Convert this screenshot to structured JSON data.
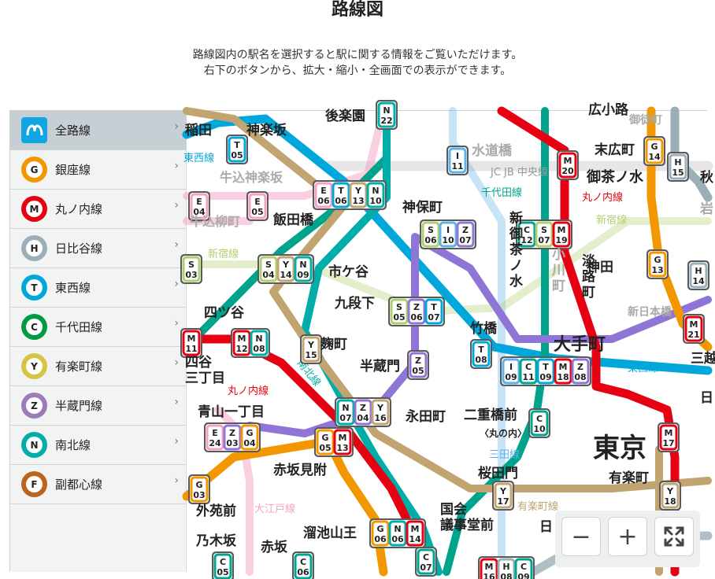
{
  "page": {
    "title": "路線図",
    "intro_line1": "路線図内の駅名を選択すると駅に関する情報をご覧いただけます。",
    "intro_line2": "右下のボタンから、拡大・縮小・全画面での表示ができます。"
  },
  "sidebar": {
    "items": [
      {
        "id": "all",
        "label": "全路線",
        "code": "",
        "color": "#11a6e1",
        "active": true
      },
      {
        "id": "ginza",
        "label": "銀座線",
        "code": "G",
        "color": "#f39700",
        "active": false
      },
      {
        "id": "marunouchi",
        "label": "丸ノ内線",
        "code": "M",
        "color": "#e60012",
        "active": false
      },
      {
        "id": "hibiya",
        "label": "日比谷線",
        "code": "H",
        "color": "#9caeb7",
        "active": false
      },
      {
        "id": "tozai",
        "label": "東西線",
        "code": "T",
        "color": "#00a7db",
        "active": false
      },
      {
        "id": "chiyoda",
        "label": "千代田線",
        "code": "C",
        "color": "#009944",
        "active": false
      },
      {
        "id": "yurakucho",
        "label": "有楽町線",
        "code": "Y",
        "color": "#d7c447",
        "active": false
      },
      {
        "id": "hanzomon",
        "label": "半蔵門線",
        "code": "Z",
        "color": "#9b7cb6",
        "active": false
      },
      {
        "id": "namboku",
        "label": "南北線",
        "code": "N",
        "color": "#00ada9",
        "active": false
      },
      {
        "id": "fukutoshin",
        "label": "副都心線",
        "code": "F",
        "color": "#bb641d",
        "active": false
      }
    ],
    "chevron": "›"
  },
  "line_colors": {
    "G": "#f39700",
    "M": "#e60012",
    "H": "#9caeb7",
    "T": "#00a7db",
    "C": "#00a48d",
    "Y": "#c1a470",
    "Z": "#8f76d6",
    "N": "#00ada9",
    "F": "#bb641d",
    "E": "#f5a0c6",
    "S": "#b0cf6f",
    "I": "#5fb1e8",
    "JR": "#e6e6e6"
  },
  "map": {
    "line_labels": [
      {
        "text": "東西線",
        "color": "#00a7db"
      },
      {
        "text": "千代田線",
        "color": "#00a48d"
      },
      {
        "text": "丸ノ内線",
        "color": "#e60012"
      },
      {
        "text": "新宿線",
        "color": "#b0cf6f"
      },
      {
        "text": "新宿線",
        "color": "#b0cf6f"
      },
      {
        "text": "南北線",
        "color": "#00ada9"
      },
      {
        "text": "丸ノ内線",
        "color": "#e60012"
      },
      {
        "text": "東西線",
        "color": "#00a7db"
      },
      {
        "text": "三田線",
        "color": "#5fb1e8"
      },
      {
        "text": "有楽町線",
        "color": "#c1a470"
      },
      {
        "text": "大江戸線",
        "color": "#f5a0c6"
      },
      {
        "text": "JC JB 中央線",
        "color": "#999999"
      }
    ],
    "stations": [
      {
        "name": "稲田",
        "fs": 17,
        "dim": false
      },
      {
        "name": "神楽坂",
        "fs": 17,
        "dim": false
      },
      {
        "name": "後楽園",
        "fs": 17,
        "dim": false
      },
      {
        "name": "広小路",
        "fs": 17,
        "dim": false
      },
      {
        "name": "牛込神楽坂",
        "fs": 16,
        "dim": true
      },
      {
        "name": "牛込柳町",
        "fs": 16,
        "dim": true
      },
      {
        "name": "水道橋",
        "fs": 17,
        "dim": true
      },
      {
        "name": "末広町",
        "fs": 17,
        "dim": false
      },
      {
        "name": "御茶ノ水",
        "fs": 18,
        "dim": false
      },
      {
        "name": "飯田橋",
        "fs": 17,
        "dim": false
      },
      {
        "name": "神保町",
        "fs": 17,
        "dim": false
      },
      {
        "name": "市ケ谷",
        "fs": 17,
        "dim": false
      },
      {
        "name": "九段下",
        "fs": 17,
        "dim": false
      },
      {
        "name": "神田",
        "fs": 17,
        "dim": false
      },
      {
        "name": "新日本橋",
        "fs": 14,
        "dim": true
      },
      {
        "name": "四ツ谷",
        "fs": 17,
        "dim": false
      },
      {
        "name": "麹町",
        "fs": 17,
        "dim": false
      },
      {
        "name": "竹橋",
        "fs": 17,
        "dim": false
      },
      {
        "name": "大手町",
        "fs": 22,
        "dim": false
      },
      {
        "name": "半蔵門",
        "fs": 17,
        "dim": false
      },
      {
        "name": "三越",
        "fs": 17,
        "dim": false
      },
      {
        "name": "四谷",
        "fs": 17,
        "dim": false
      },
      {
        "name": "三丁目",
        "fs": 17,
        "dim": false
      },
      {
        "name": "青山一丁目",
        "fs": 17,
        "dim": false
      },
      {
        "name": "永田町",
        "fs": 17,
        "dim": false
      },
      {
        "name": "二重橋前",
        "fs": 17,
        "dim": false
      },
      {
        "name": "〈丸の内〉",
        "fs": 12,
        "dim": false
      },
      {
        "name": "東京",
        "fs": 34,
        "dim": false
      },
      {
        "name": "赤坂見附",
        "fs": 17,
        "dim": false
      },
      {
        "name": "桜田門",
        "fs": 17,
        "dim": false
      },
      {
        "name": "有楽町",
        "fs": 17,
        "dim": false
      },
      {
        "name": "外苑前",
        "fs": 17,
        "dim": false
      },
      {
        "name": "国会",
        "fs": 17,
        "dim": false
      },
      {
        "name": "議事堂前",
        "fs": 17,
        "dim": false
      },
      {
        "name": "乃木坂",
        "fs": 17,
        "dim": false
      },
      {
        "name": "溜池山王",
        "fs": 17,
        "dim": false
      },
      {
        "name": "赤坂",
        "fs": 17,
        "dim": false
      },
      {
        "name": "日",
        "fs": 17,
        "dim": false
      },
      {
        "name": "日",
        "fs": 17,
        "dim": false
      },
      {
        "name": "秋",
        "fs": 17,
        "dim": false
      },
      {
        "name": "岩",
        "fs": 17,
        "dim": true
      },
      {
        "name": "御徒町",
        "fs": 14,
        "dim": true
      }
    ],
    "vertical_stations": [
      {
        "name": "新御茶ノ水",
        "dim": false
      },
      {
        "name": "小川町",
        "dim": true
      },
      {
        "name": "淡路町",
        "dim": false
      }
    ],
    "station_codes": [
      {
        "codes": [
          [
            "T",
            "05"
          ]
        ]
      },
      {
        "codes": [
          [
            "H",
            "15"
          ]
        ]
      },
      {
        "codes": [
          [
            "G",
            "14"
          ]
        ]
      },
      {
        "codes": [
          [
            "I",
            "11"
          ]
        ]
      },
      {
        "codes": [
          [
            "M",
            "20"
          ]
        ]
      },
      {
        "codes": [
          [
            "E",
            "04"
          ]
        ]
      },
      {
        "codes": [
          [
            "E",
            "05"
          ]
        ]
      },
      {
        "codes": [
          [
            "E",
            "06"
          ],
          [
            "T",
            "06"
          ],
          [
            "Y",
            "13"
          ],
          [
            "N",
            "10"
          ]
        ]
      },
      {
        "codes": [
          [
            "S",
            "06"
          ],
          [
            "I",
            "10"
          ],
          [
            "Z",
            "07"
          ]
        ]
      },
      {
        "codes": [
          [
            "C",
            "12"
          ],
          [
            "S",
            "07"
          ],
          [
            "M",
            "19"
          ]
        ]
      },
      {
        "codes": [
          [
            "S",
            "03"
          ]
        ]
      },
      {
        "codes": [
          [
            "S",
            "04"
          ],
          [
            "Y",
            "14"
          ],
          [
            "N",
            "09"
          ]
        ]
      },
      {
        "codes": [
          [
            "G",
            "13"
          ]
        ]
      },
      {
        "codes": [
          [
            "H",
            "14"
          ]
        ]
      },
      {
        "codes": [
          [
            "S",
            "05"
          ],
          [
            "Z",
            "06"
          ],
          [
            "T",
            "07"
          ]
        ]
      },
      {
        "codes": [
          [
            "M",
            "11"
          ]
        ]
      },
      {
        "codes": [
          [
            "M",
            "12"
          ],
          [
            "N",
            "08"
          ]
        ]
      },
      {
        "codes": [
          [
            "Y",
            "15"
          ]
        ]
      },
      {
        "codes": [
          [
            "T",
            "08"
          ]
        ]
      },
      {
        "codes": [
          [
            "I",
            "09"
          ],
          [
            "C",
            "11"
          ],
          [
            "T",
            "09"
          ],
          [
            "M",
            "18"
          ],
          [
            "Z",
            "08"
          ]
        ]
      },
      {
        "codes": [
          [
            "Z",
            "05"
          ]
        ]
      },
      {
        "codes": [
          [
            "N",
            "07"
          ],
          [
            "Z",
            "04"
          ],
          [
            "Y",
            "16"
          ]
        ]
      },
      {
        "codes": [
          [
            "C",
            "10"
          ]
        ]
      },
      {
        "codes": [
          [
            "E",
            "24"
          ],
          [
            "Z",
            "03"
          ],
          [
            "G",
            "04"
          ]
        ]
      },
      {
        "codes": [
          [
            "G",
            "05"
          ],
          [
            "M",
            "13"
          ]
        ]
      },
      {
        "codes": [
          [
            "M",
            "17"
          ]
        ]
      },
      {
        "codes": [
          [
            "G",
            "03"
          ]
        ]
      },
      {
        "codes": [
          [
            "Y",
            "17"
          ]
        ]
      },
      {
        "codes": [
          [
            "Y",
            "18"
          ]
        ]
      },
      {
        "codes": [
          [
            "G",
            "06"
          ],
          [
            "N",
            "06"
          ],
          [
            "M",
            "14"
          ]
        ]
      },
      {
        "codes": [
          [
            "C",
            "07"
          ]
        ]
      },
      {
        "codes": [
          [
            "C",
            "05"
          ]
        ]
      },
      {
        "codes": [
          [
            "C",
            "06"
          ]
        ]
      },
      {
        "codes": [
          [
            "M",
            "16"
          ],
          [
            "H",
            "08"
          ],
          [
            "C",
            "09"
          ]
        ]
      },
      {
        "codes": [
          [
            "M",
            "21"
          ]
        ]
      },
      {
        "codes": [
          [
            "N",
            "22"
          ]
        ]
      }
    ]
  },
  "controls": {
    "zoom_out": "−",
    "zoom_in": "+",
    "fullscreen": "⤢"
  }
}
